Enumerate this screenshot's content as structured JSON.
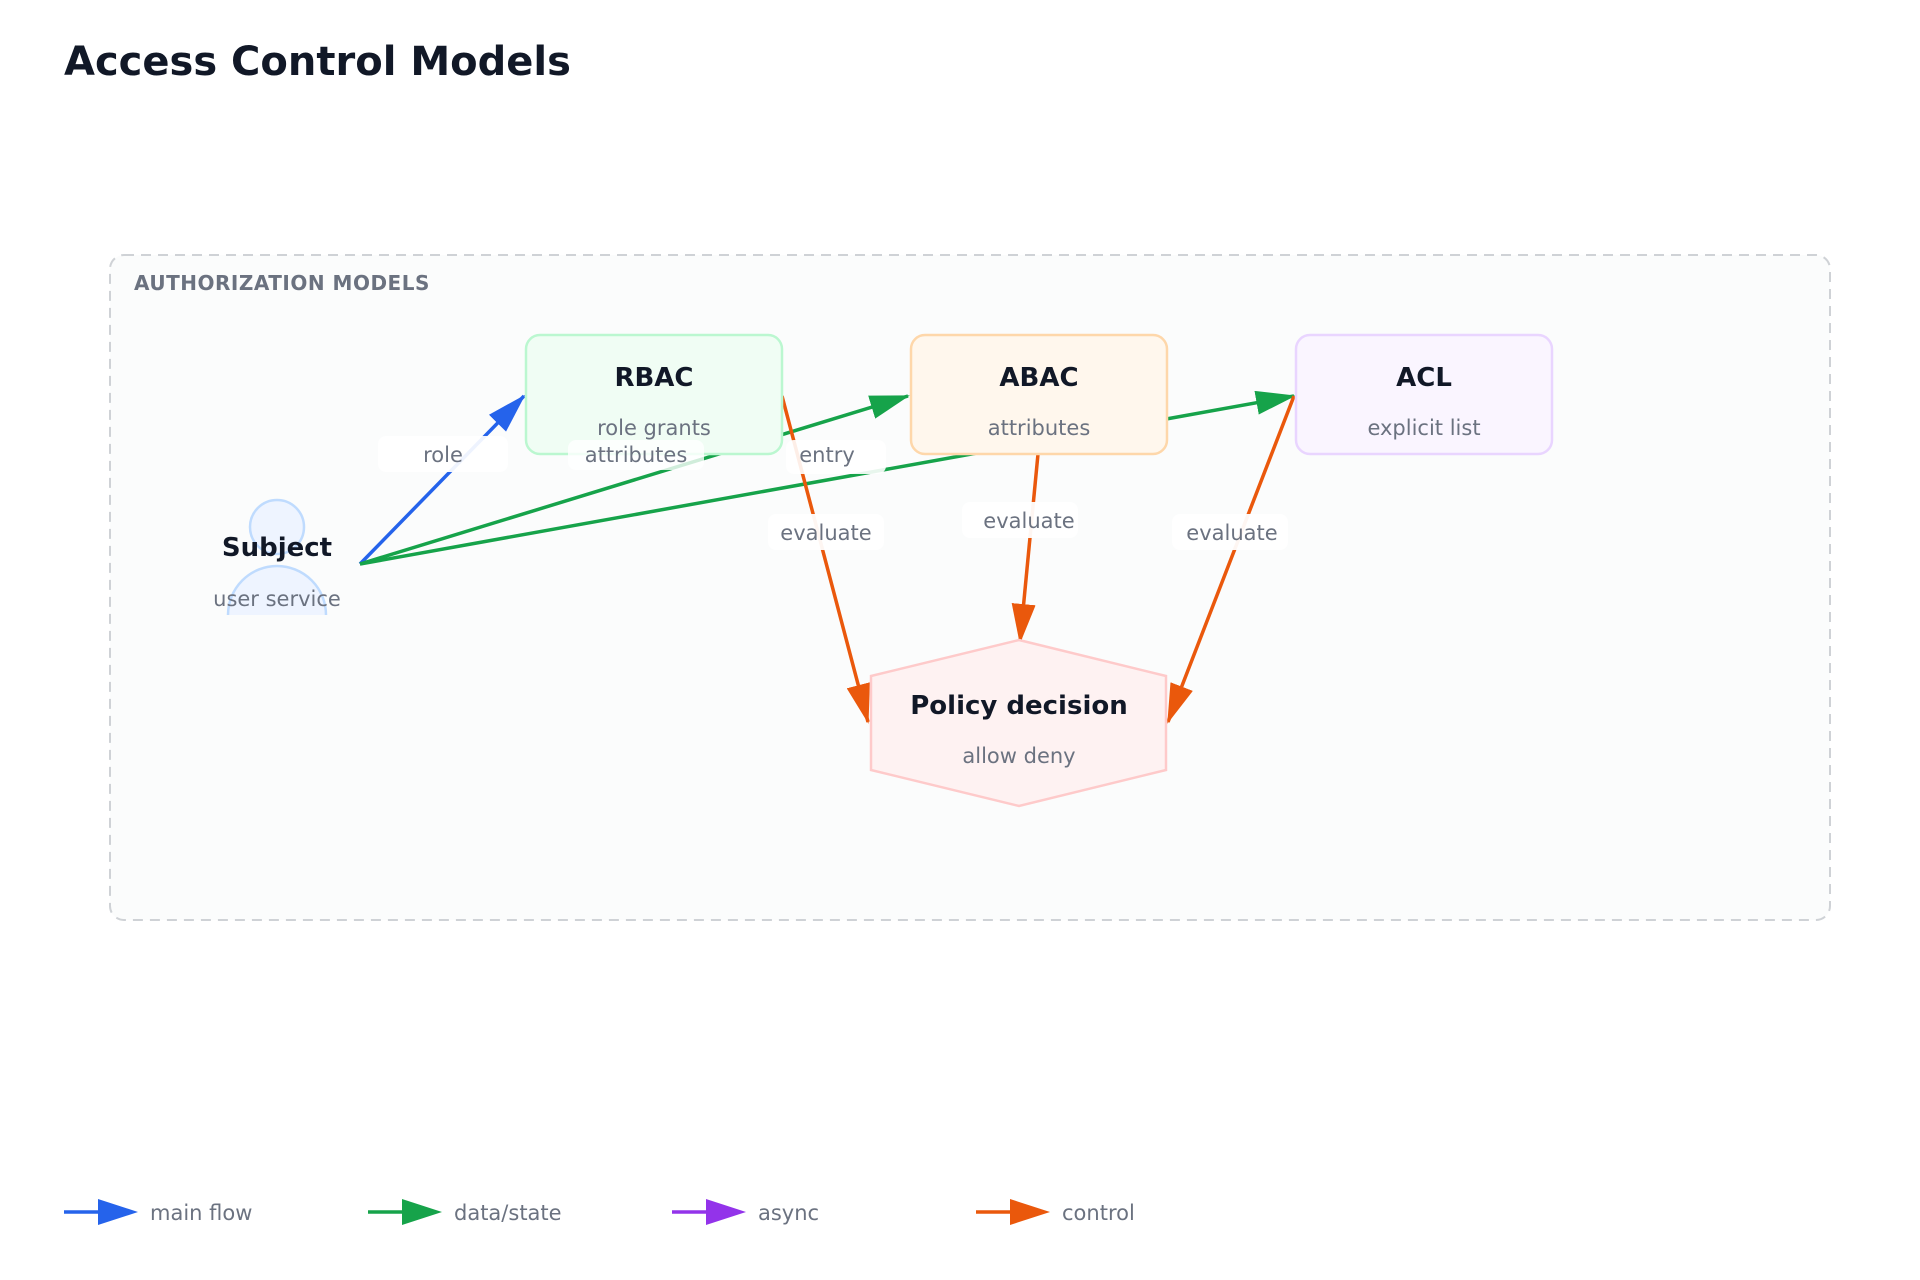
{
  "title": "Access Control Models",
  "group": {
    "label": "AUTHORIZATION MODELS"
  },
  "colors": {
    "main": "#2563eb",
    "data": "#16a34a",
    "async": "#9333ea",
    "control": "#ea580c"
  },
  "nodes": {
    "subject": {
      "title": "Subject",
      "subtitle": "user service",
      "icon": "person-icon"
    },
    "rbac": {
      "title": "RBAC",
      "subtitle": "role grants"
    },
    "abac": {
      "title": "ABAC",
      "subtitle": "attributes"
    },
    "acl": {
      "title": "ACL",
      "subtitle": "explicit list"
    },
    "policy": {
      "title": "Policy decision",
      "subtitle": "allow deny"
    }
  },
  "edges": {
    "subject_rbac": "role",
    "subject_abac": "attributes",
    "subject_acl": "entry",
    "rbac_policy": "evaluate",
    "abac_policy": "evaluate",
    "acl_policy": "evaluate"
  },
  "legend": [
    {
      "label": "main flow",
      "color": "#2563eb"
    },
    {
      "label": "data/state",
      "color": "#16a34a"
    },
    {
      "label": "async",
      "color": "#9333ea"
    },
    {
      "label": "control",
      "color": "#ea580c"
    }
  ]
}
